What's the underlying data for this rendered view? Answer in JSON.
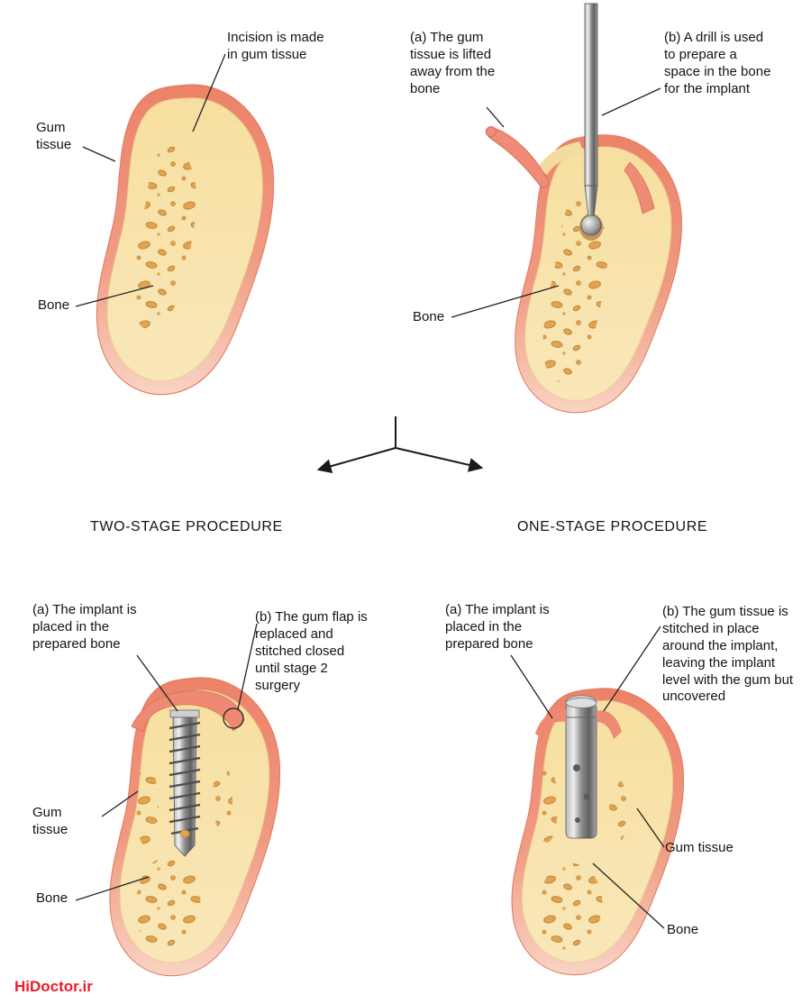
{
  "page": {
    "title": "Dental implant procedure diagram"
  },
  "top_left": {
    "label_incision": "Incision is made in gum tissue",
    "label_gum": "Gum tissue",
    "label_bone": "Bone"
  },
  "top_right": {
    "label_a": "(a) The gum tissue is lifted away from the bone",
    "label_b": "(b) A drill is used to prepare a space in the bone for the implant",
    "label_bone": "Bone"
  },
  "headings": {
    "two_stage": "TWO-STAGE PROCEDURE",
    "one_stage": "ONE-STAGE PROCEDURE"
  },
  "two_stage": {
    "label_a": "(a) The implant is placed in the prepared bone",
    "label_b": "(b) The gum flap is replaced and stitched closed until stage 2 surgery",
    "label_gum": "Gum tissue",
    "label_bone": "Bone"
  },
  "one_stage": {
    "label_a": "(a) The implant is placed in the prepared bone",
    "label_b": "(b) The gum tissue is stitched in place around the implant, leaving the implant level with the gum but uncovered",
    "label_gum": "Gum tissue",
    "label_bone": "Bone"
  },
  "watermark": "HiDoctor.ir",
  "colors": {
    "gum_pink": "#ee8a74",
    "gum_pale": "#f9d3c4",
    "bone_yellow": "#f6df9f",
    "bone_speckle": "#e3a44f",
    "metal_gray": "#8f8f8f",
    "watermark_red": "#ee1c24",
    "line_black": "#1a1a1a"
  }
}
